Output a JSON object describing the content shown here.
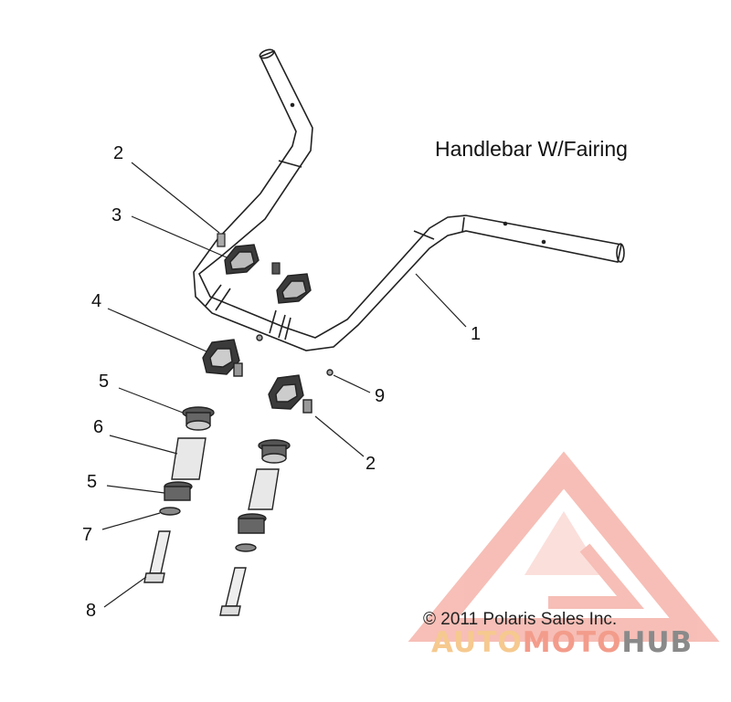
{
  "title": "Handlebar W/Fairing",
  "copyright": "© 2011 Polaris Sales Inc.",
  "watermark": {
    "part1": "AUTO",
    "part2": "MOTO",
    "part3": "HUB",
    "color_auto": "#f6c98f",
    "color_moto": "#f39c8b",
    "color_hub": "#8a8a8a",
    "logo_color": "#f08a7c"
  },
  "callouts": [
    {
      "label": "2"
    },
    {
      "label": "3"
    },
    {
      "label": "4"
    },
    {
      "label": "5"
    },
    {
      "label": "6"
    },
    {
      "label": "5"
    },
    {
      "label": "7"
    },
    {
      "label": "8"
    },
    {
      "label": "1"
    },
    {
      "label": "9"
    },
    {
      "label": "2"
    }
  ]
}
